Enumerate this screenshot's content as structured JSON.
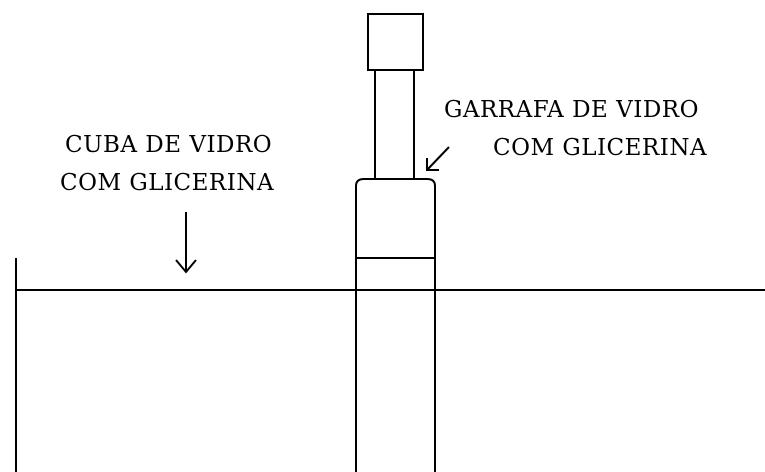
{
  "labels": {
    "tub_line1": "CUBA DE VIDRO",
    "tub_line2": "COM GLICERINA",
    "bottle_line1": "GARRAFA DE VIDRO",
    "bottle_line2": "COM GLICERINA"
  },
  "colors": {
    "stroke": "#000000",
    "background": "#ffffff"
  }
}
